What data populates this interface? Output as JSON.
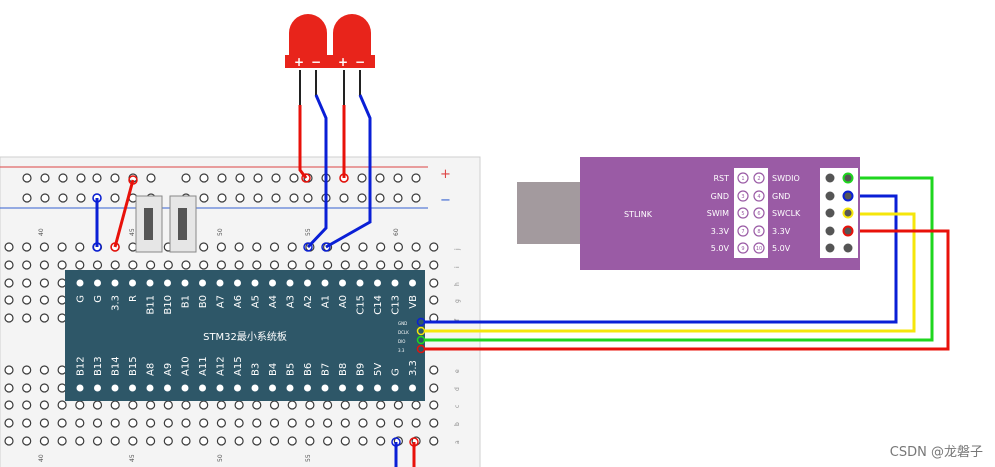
{
  "board": {
    "title": "STM32最小系统板",
    "top_pins": [
      "G",
      "G",
      "3.3",
      "R",
      "B11",
      "B10",
      "B1",
      "B0",
      "A7",
      "A6",
      "A5",
      "A4",
      "A3",
      "A2",
      "A1",
      "A0",
      "C15",
      "C14",
      "C13",
      "VB"
    ],
    "bottom_pins": [
      "B12",
      "B13",
      "B14",
      "B15",
      "A8",
      "A9",
      "A10",
      "A11",
      "A12",
      "A15",
      "B3",
      "B4",
      "B5",
      "B6",
      "B7",
      "B8",
      "B9",
      "5V",
      "G",
      "3.3"
    ],
    "right_labels": [
      "GND",
      "DCLK",
      "DIO",
      "3.3"
    ]
  },
  "breadboard": {
    "column_numbers": [
      "40",
      "45",
      "50",
      "55",
      "60"
    ],
    "row_letters_top": [
      "j",
      "i",
      "h",
      "g",
      "f"
    ],
    "row_letters_bottom": [
      "e",
      "d",
      "c",
      "b",
      "a"
    ],
    "rail_plus": "+",
    "rail_minus": "−"
  },
  "leds": [
    {
      "plus": "+",
      "minus": "−"
    },
    {
      "plus": "+",
      "minus": "−"
    }
  ],
  "stlink": {
    "name": "STLINK",
    "left_labels": [
      "RST",
      "GND",
      "SWIM",
      "3.3V",
      "5.0V"
    ],
    "right_labels": [
      "SWDIO",
      "GND",
      "SWCLK",
      "3.3V",
      "5.0V"
    ],
    "pin_numbers": [
      "1",
      "2",
      "3",
      "4",
      "5",
      "6",
      "7",
      "8",
      "9",
      "10"
    ]
  },
  "watermark": "CSDN @龙磐子",
  "colors": {
    "board": "#2e5768",
    "stlink": "#9a5ba5",
    "led": "#e8241b",
    "wire_blue": "#0a1fd6",
    "wire_red": "#e8110a",
    "wire_green": "#1fd61f",
    "wire_yellow": "#f5e60a"
  }
}
